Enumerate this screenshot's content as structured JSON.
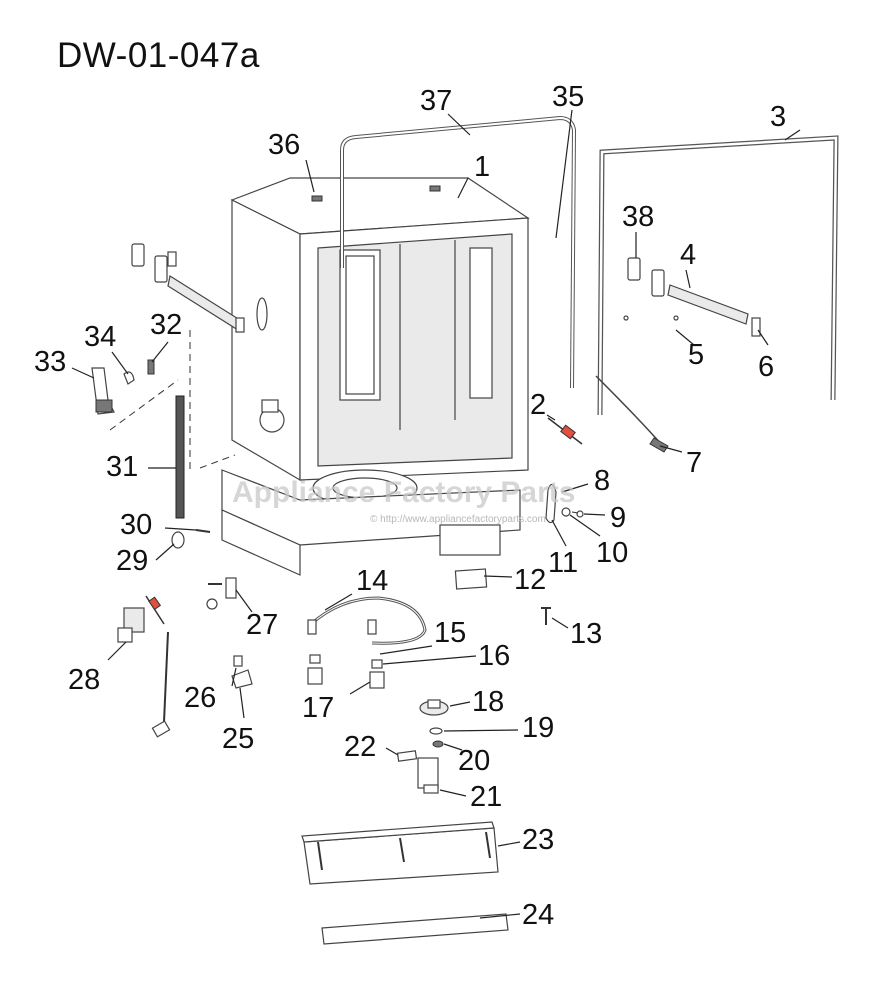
{
  "title": "DW-01-047a",
  "watermark": "Appliance Factory Parts",
  "watermark_url": "© http://www.appliancefactoryparts.com",
  "parts": [
    {
      "id": "p1",
      "label": "1"
    },
    {
      "id": "p2",
      "label": "2"
    },
    {
      "id": "p3",
      "label": "3"
    },
    {
      "id": "p4",
      "label": "4"
    },
    {
      "id": "p5",
      "label": "5"
    },
    {
      "id": "p6",
      "label": "6"
    },
    {
      "id": "p7",
      "label": "7"
    },
    {
      "id": "p8",
      "label": "8"
    },
    {
      "id": "p9",
      "label": "9"
    },
    {
      "id": "p10",
      "label": "10"
    },
    {
      "id": "p11",
      "label": "11"
    },
    {
      "id": "p12",
      "label": "12"
    },
    {
      "id": "p13",
      "label": "13"
    },
    {
      "id": "p14",
      "label": "14"
    },
    {
      "id": "p15",
      "label": "15"
    },
    {
      "id": "p16",
      "label": "16"
    },
    {
      "id": "p17",
      "label": "17"
    },
    {
      "id": "p18",
      "label": "18"
    },
    {
      "id": "p19",
      "label": "19"
    },
    {
      "id": "p20",
      "label": "20"
    },
    {
      "id": "p21",
      "label": "21"
    },
    {
      "id": "p22",
      "label": "22"
    },
    {
      "id": "p23",
      "label": "23"
    },
    {
      "id": "p24",
      "label": "24"
    },
    {
      "id": "p25",
      "label": "25"
    },
    {
      "id": "p26",
      "label": "26"
    },
    {
      "id": "p27",
      "label": "27"
    },
    {
      "id": "p28",
      "label": "28"
    },
    {
      "id": "p29",
      "label": "29"
    },
    {
      "id": "p30",
      "label": "30"
    },
    {
      "id": "p31",
      "label": "31"
    },
    {
      "id": "p32",
      "label": "32"
    },
    {
      "id": "p33",
      "label": "33"
    },
    {
      "id": "p34",
      "label": "34"
    },
    {
      "id": "p35",
      "label": "35"
    },
    {
      "id": "p36",
      "label": "36"
    },
    {
      "id": "p37",
      "label": "37"
    },
    {
      "id": "p38",
      "label": "38"
    }
  ]
}
